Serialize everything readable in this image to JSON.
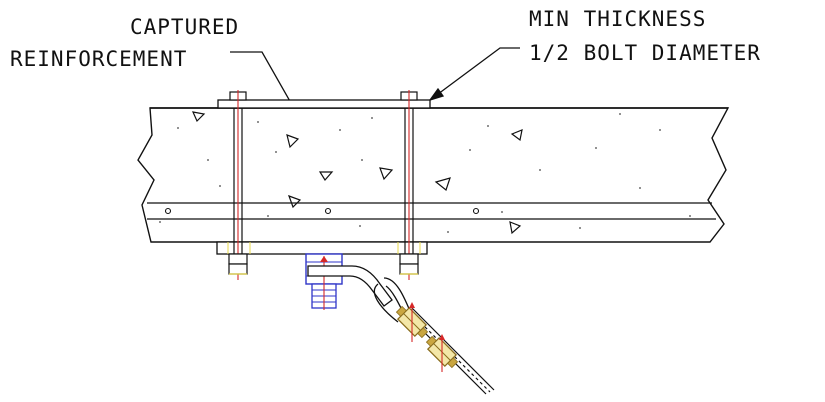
{
  "labels": {
    "captured_line1": "CAPTURED",
    "captured_line2": "REINFORCEMENT",
    "min_line1": "MIN THICKNESS",
    "min_line2": "1/2 BOLT DIAMETER"
  },
  "colors": {
    "line": "#111111",
    "bolt_red": "#d62828",
    "bolt_blue": "#2f35c8",
    "hardware_gold": "#c9a640",
    "hardware_yellow": "#e8d84a",
    "background": "#ffffff"
  }
}
